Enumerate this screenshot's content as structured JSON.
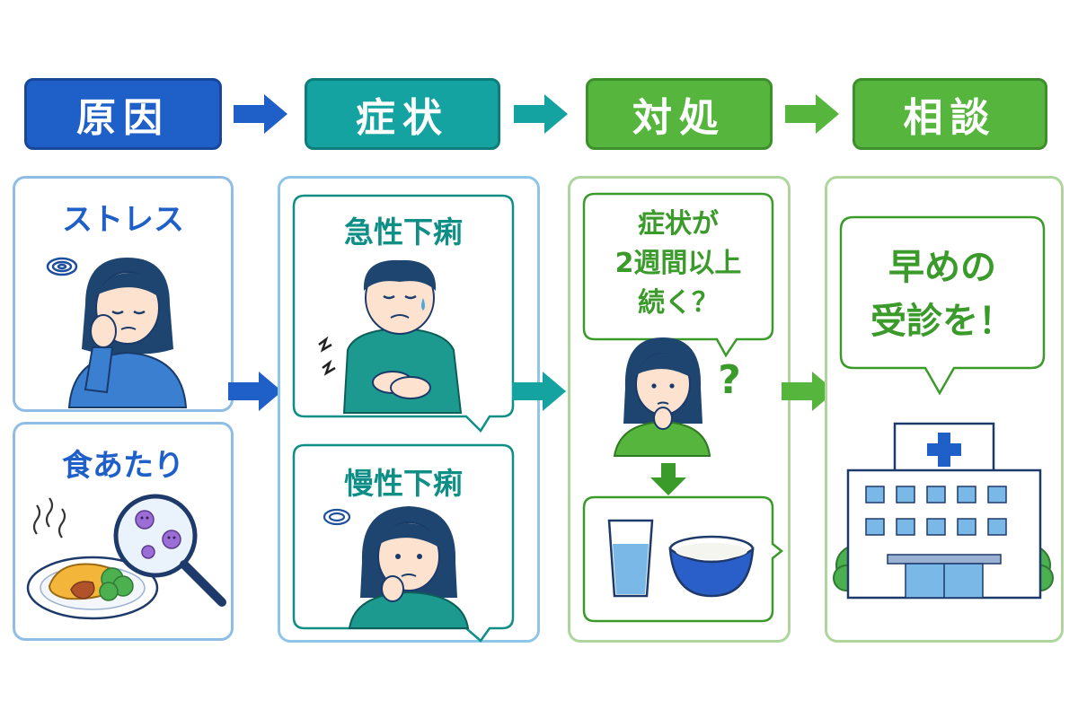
{
  "steps": {
    "cause": {
      "title": "原因"
    },
    "symptom": {
      "title": "症状"
    },
    "action": {
      "title": "対処"
    },
    "consult": {
      "title": "相談"
    }
  },
  "cause_panel": {
    "stress_label": "ストレス",
    "food_label": "食あたり"
  },
  "symptom_panel": {
    "acute_label": "急性下痢",
    "chronic_label": "慢性下痢"
  },
  "action_panel": {
    "question_line1": "症状が",
    "question_line2": "2週間以上",
    "question_line3": "続く？",
    "question_mark": "?"
  },
  "consult_panel": {
    "advice_line1": "早めの",
    "advice_line2": "受診を！"
  },
  "colors": {
    "cause": "#1e5fc8",
    "symptom": "#14a3a0",
    "action": "#55b53c",
    "consult": "#55b53c"
  }
}
